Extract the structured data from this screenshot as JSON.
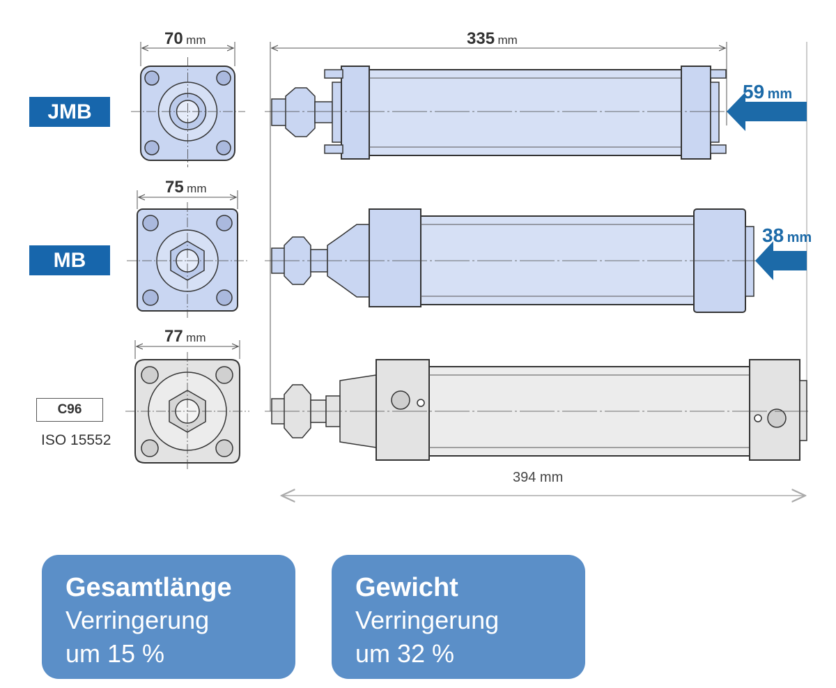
{
  "labels": {
    "jmb": "JMB",
    "mb": "MB",
    "c96": "C96",
    "iso": "ISO 15552"
  },
  "dimensions": {
    "jmb_width_value": "70",
    "mb_width_value": "75",
    "c96_width_value": "77",
    "length_value": "335",
    "unit": "mm",
    "jmb_saving_value": "59",
    "mb_saving_value": "38",
    "total_length": "394 mm"
  },
  "cards": [
    {
      "title": "Gesamtlänge",
      "line1": "Verringerung",
      "line2": "um 15 %"
    },
    {
      "title": "Gewicht",
      "line1": "Verringerung",
      "line2": "um 32 %"
    }
  ],
  "colors": {
    "accent_blue": "#1c6aa8",
    "label_blue": "#1766ac",
    "card_blue": "#5b8fc8",
    "part_blue": "#c9d6f2",
    "part_gray": "#e3e3e3"
  }
}
